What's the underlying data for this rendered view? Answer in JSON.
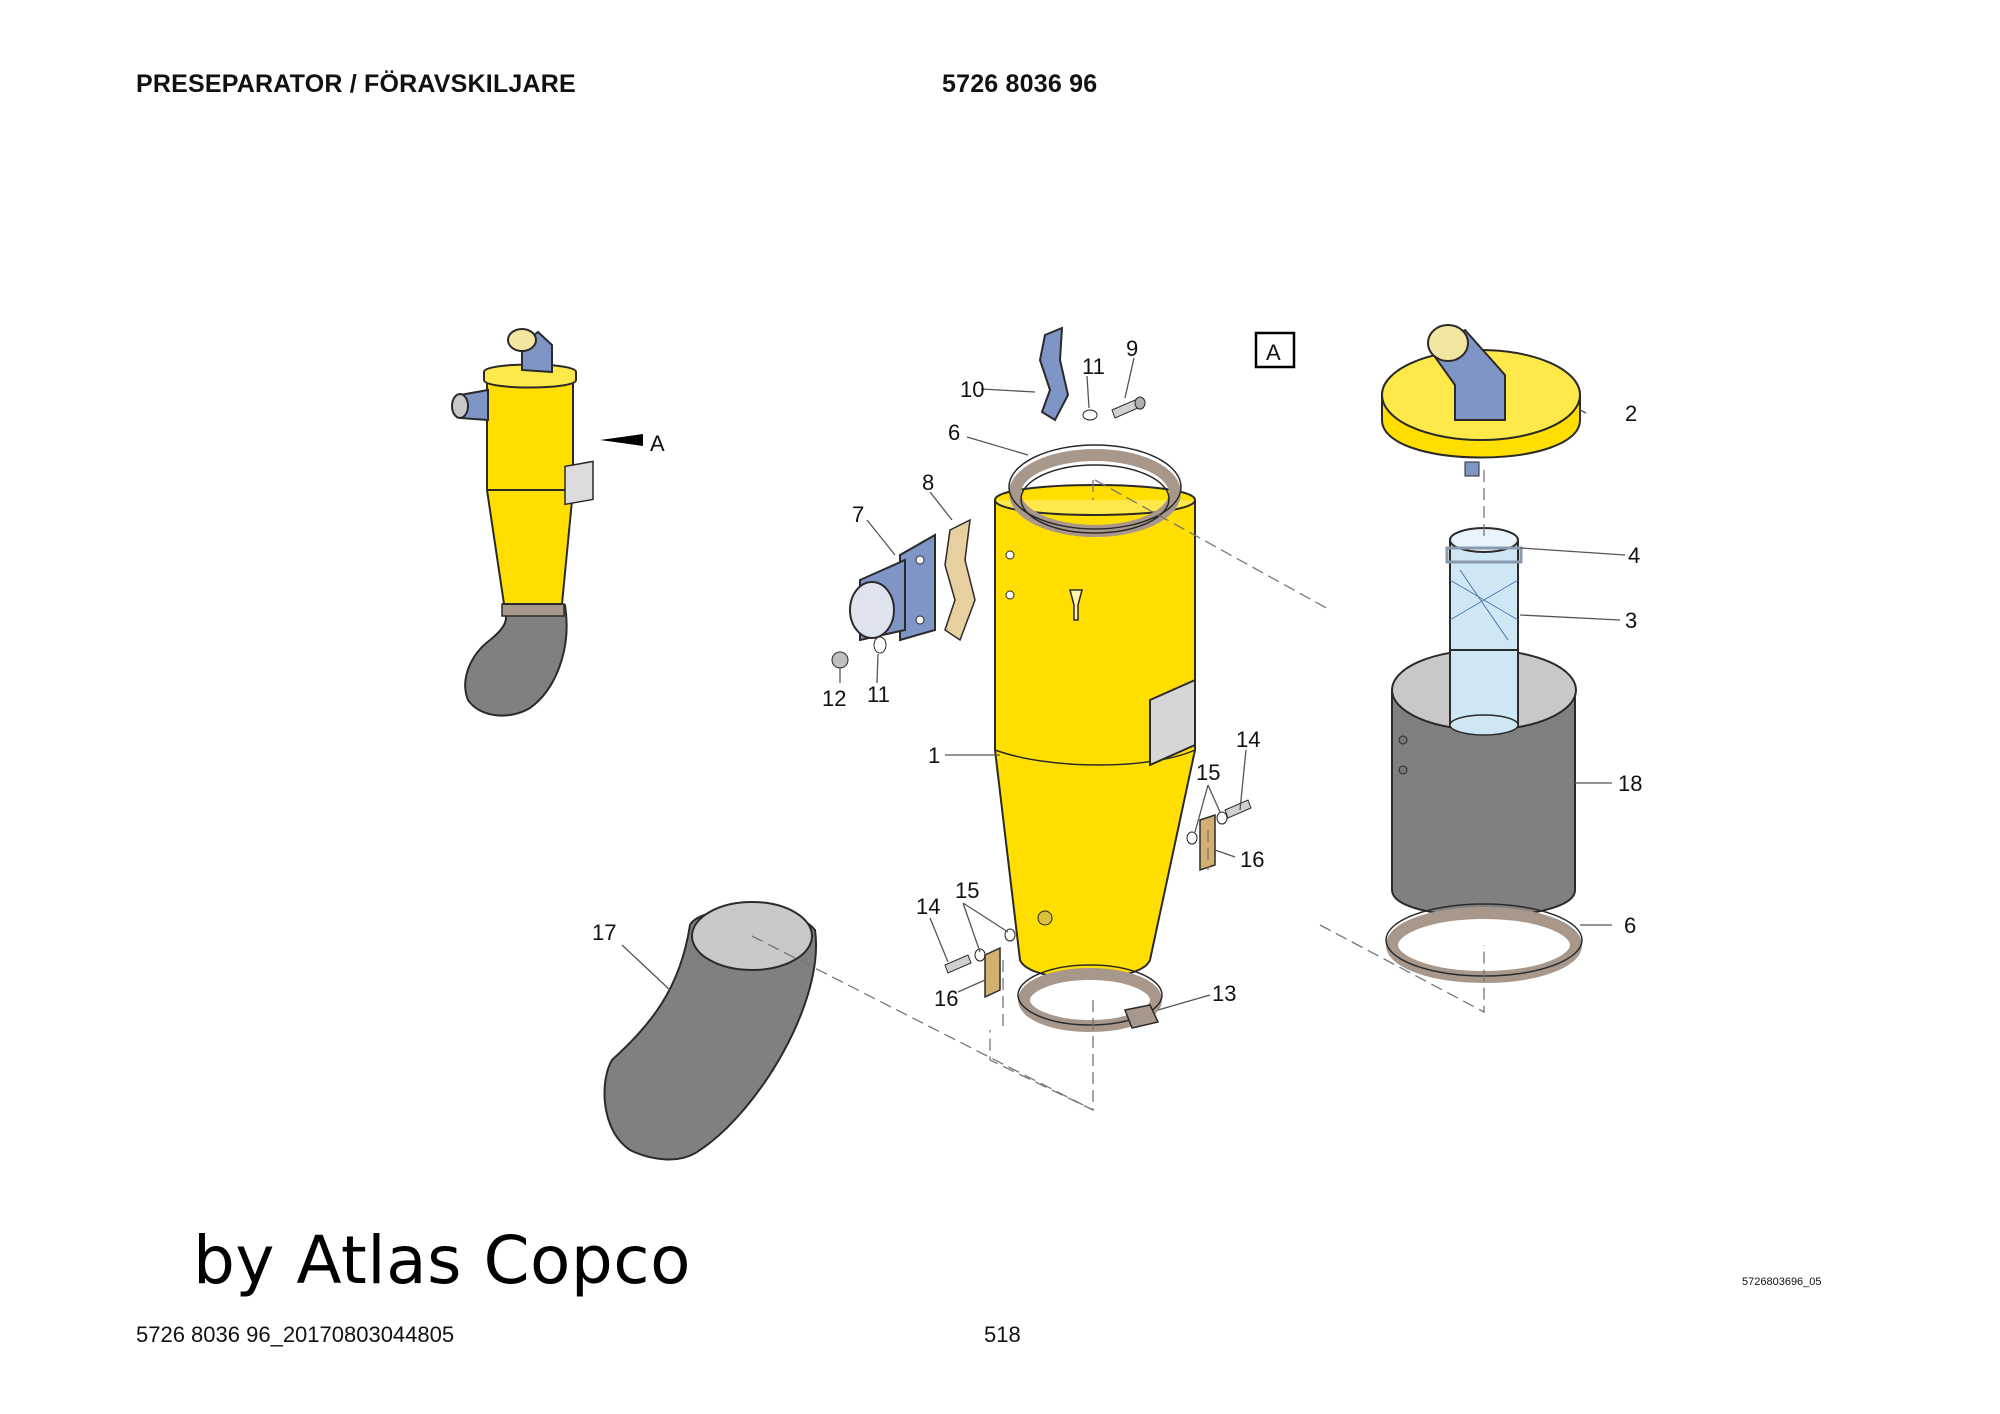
{
  "header": {
    "title": "PRESEPARATOR / FÖRAVSKILJARE",
    "part_number": "5726 8036 96"
  },
  "view_label": "A",
  "overview_label": "A",
  "callouts": [
    "1",
    "2",
    "3",
    "4",
    "6",
    "6",
    "7",
    "8",
    "9",
    "10",
    "11",
    "11",
    "12",
    "13",
    "14",
    "14",
    "15",
    "15",
    "16",
    "16",
    "17",
    "18"
  ],
  "brand": "by Atlas Copco",
  "footer": {
    "document_id": "5726 8036 96_20170803044805",
    "page": "518",
    "image_code": "5726803696_05"
  },
  "colors": {
    "body": "#ffde00",
    "bracket": "#7e95c6",
    "hose": "#808080",
    "filter": "#cfe6f5"
  }
}
